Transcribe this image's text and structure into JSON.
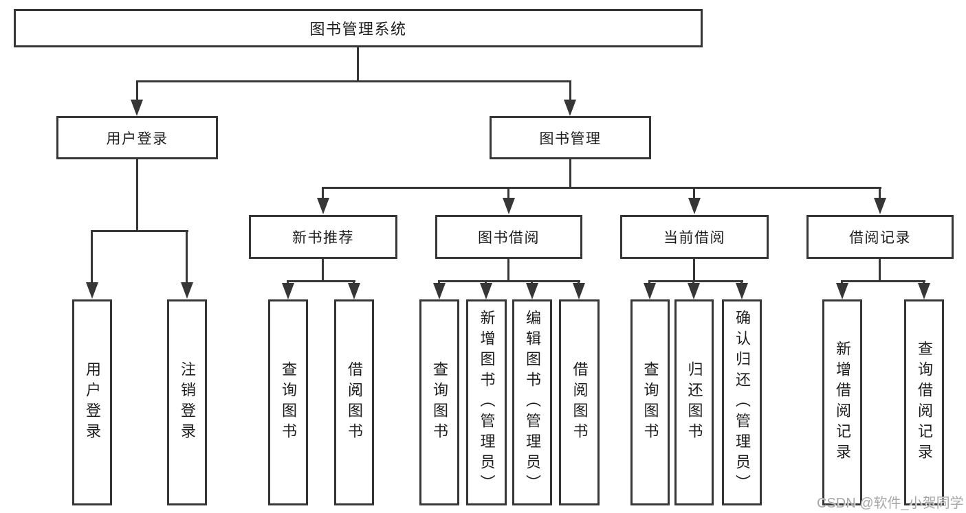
{
  "diagram": {
    "title": "图书管理系统",
    "branches": [
      {
        "label": "用户登录",
        "leaves": [
          "用户登录",
          "注销登录"
        ]
      },
      {
        "label": "图书管理",
        "sections": [
          {
            "label": "新书推荐",
            "leaves": [
              "查询图书",
              "借阅图书"
            ]
          },
          {
            "label": "图书借阅",
            "leaves": [
              "查询图书",
              "新增图书（管理员）",
              "编辑图书（管理员）",
              "借阅图书"
            ]
          },
          {
            "label": "当前借阅",
            "leaves": [
              "查询图书",
              "归还图书",
              "确认归还（管理员）"
            ]
          },
          {
            "label": "借阅记录",
            "leaves": [
              "新增借阅记录",
              "查询借阅记录"
            ]
          }
        ]
      }
    ]
  },
  "watermark": {
    "text": "CSDN @软件_小贺同学"
  },
  "colors": {
    "line": "#363636",
    "text": "#1d1d1f",
    "watermark": "#a8a8a8",
    "background": "#ffffff"
  }
}
